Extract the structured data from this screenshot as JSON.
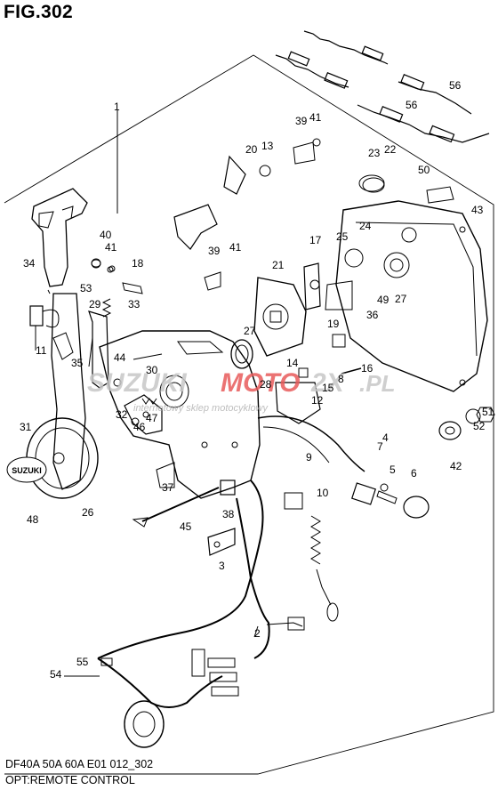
{
  "figure": {
    "title": "FIG.302",
    "model_line": "DF40A 50A 60A E01 012_302",
    "caption": "OPT:REMOTE CONTROL"
  },
  "watermark": {
    "brand_left": "SUZUKI",
    "brand_mid": "MOTO",
    "brand_right": "2X",
    "domain": ".PL",
    "tagline": "internetowy sklep motocyklowy"
  },
  "handle_badge": "SUZUKI",
  "callouts": [
    {
      "num": "1"
    },
    {
      "num": "2"
    },
    {
      "num": "3"
    },
    {
      "num": "4"
    },
    {
      "num": "5"
    },
    {
      "num": "6"
    },
    {
      "num": "7"
    },
    {
      "num": "8"
    },
    {
      "num": "9"
    },
    {
      "num": "10"
    },
    {
      "num": "11"
    },
    {
      "num": "12"
    },
    {
      "num": "13"
    },
    {
      "num": "14"
    },
    {
      "num": "15"
    },
    {
      "num": "16"
    },
    {
      "num": "17"
    },
    {
      "num": "18"
    },
    {
      "num": "19"
    },
    {
      "num": "20"
    },
    {
      "num": "21"
    },
    {
      "num": "22"
    },
    {
      "num": "23"
    },
    {
      "num": "24"
    },
    {
      "num": "25"
    },
    {
      "num": "26"
    },
    {
      "num": "27"
    },
    {
      "num": "27"
    },
    {
      "num": "28"
    },
    {
      "num": "29"
    },
    {
      "num": "30"
    },
    {
      "num": "31"
    },
    {
      "num": "32"
    },
    {
      "num": "33"
    },
    {
      "num": "34"
    },
    {
      "num": "35"
    },
    {
      "num": "36"
    },
    {
      "num": "37"
    },
    {
      "num": "38"
    },
    {
      "num": "39"
    },
    {
      "num": "39"
    },
    {
      "num": "40"
    },
    {
      "num": "41"
    },
    {
      "num": "41"
    },
    {
      "num": "41"
    },
    {
      "num": "42"
    },
    {
      "num": "43"
    },
    {
      "num": "44"
    },
    {
      "num": "45"
    },
    {
      "num": "46"
    },
    {
      "num": "47"
    },
    {
      "num": "48"
    },
    {
      "num": "49"
    },
    {
      "num": "50"
    },
    {
      "num": "51"
    },
    {
      "num": "52"
    },
    {
      "num": "53"
    },
    {
      "num": "54"
    },
    {
      "num": "55"
    },
    {
      "num": "56"
    },
    {
      "num": "56"
    }
  ]
}
